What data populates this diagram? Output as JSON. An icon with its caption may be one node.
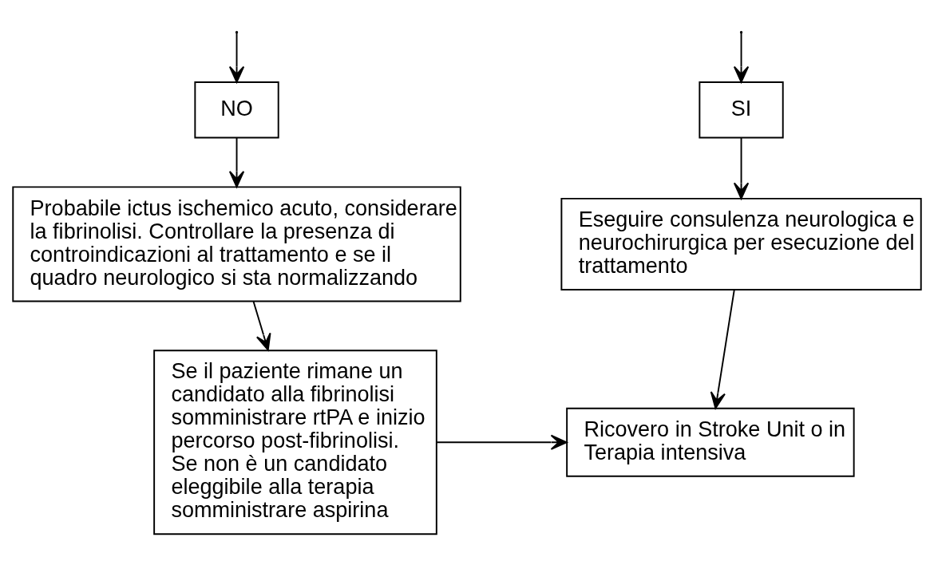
{
  "diagram": {
    "nodes": [
      {
        "text": [
          "NO"
        ]
      },
      {
        "text": [
          "SI"
        ]
      },
      {
        "text": [
          "Probabile ictus ischemico acuto, considerare la fibrinolisi. Controllare la presenza di controindicazioni al trattamento e se il quadro neurologico si sta normalizzando"
        ]
      },
      {
        "text": [
          "Eseguire consulenza neurologica e neurochirurgica per esecuzione del trattamento"
        ]
      },
      {
        "text": [
          "Se il paziente rimane un candidato alla fibrinolisi somministrare rtPA e inizio percorso post-fibrinolisi. Se non è un candidato eleggibile alla terapia somministrare aspirina"
        ]
      },
      {
        "text": [
          "Ricovero in Stroke Unit o in Terapia intensiva"
        ]
      }
    ],
    "edges": [
      {
        "from": null,
        "to": 0,
        "arrow": "to"
      },
      {
        "from": null,
        "to": 1,
        "arrow": "to"
      },
      {
        "from": 0,
        "to": 2,
        "arrow": "to"
      },
      {
        "from": 1,
        "to": 3,
        "arrow": "to"
      },
      {
        "from": 2,
        "to": 4,
        "arrow": "to"
      },
      {
        "from": 3,
        "to": 5,
        "arrow": "to"
      },
      {
        "from": 4,
        "to": 5,
        "arrow": "to"
      }
    ]
  }
}
